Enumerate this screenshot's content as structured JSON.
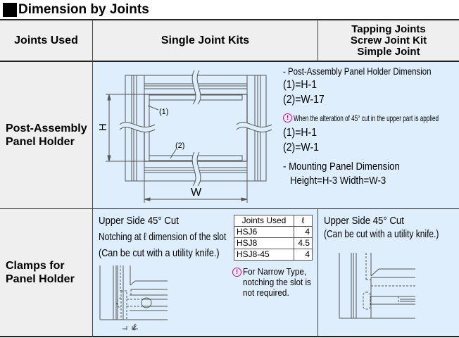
{
  "section_title": "Dimension by Joints",
  "header": {
    "col1": "Joints Used",
    "col2": "Single Joint Kits",
    "col3_lines": [
      "Tapping Joints",
      "Screw Joint Kit",
      "Simple Joint"
    ]
  },
  "rows": {
    "post_assembly": {
      "label_lines": [
        "Post-Assembly",
        "Panel Holder"
      ],
      "diagram": {
        "label_h": "H",
        "label_w": "W",
        "callout_1": "(1)",
        "callout_2": "(2)"
      },
      "notes": {
        "heading1": "- Post-Assembly Panel Holder Dimension",
        "formula1": "(1)=H-1",
        "formula2": "(2)=W-17",
        "alert": "When the alteration of 45° cut in the upper part is applied",
        "formula3": "(1)=H-1",
        "formula4": "(2)=W-1",
        "heading2": "- Mounting Panel Dimension",
        "mounting": "Height=H-3 Width=W-3"
      }
    },
    "clamps": {
      "label_lines": [
        "Clamps for",
        "Panel Holder"
      ],
      "single": {
        "line1": "Upper Side 45° Cut",
        "line2": "Notching at ℓ dimension of the slot",
        "line3": "(Can be cut with a utility knife.)",
        "ell_label": "ℓ",
        "table": {
          "headers": [
            "Joints Used",
            "ℓ"
          ],
          "rows": [
            [
              "HSJ6",
              "4"
            ],
            [
              "HSJ8",
              "4.5"
            ],
            [
              "HSJ8-45",
              "4"
            ]
          ]
        },
        "note_lines": [
          "For Narrow Type,",
          "notching the slot is",
          "not required."
        ]
      },
      "tapping": {
        "line1": "Upper Side 45° Cut",
        "line2": "(Can be cut with a utility knife.)"
      }
    }
  },
  "colors": {
    "header_bg": "#efefef",
    "body_bg": "#dfeefd",
    "alert": "#d2127a"
  }
}
